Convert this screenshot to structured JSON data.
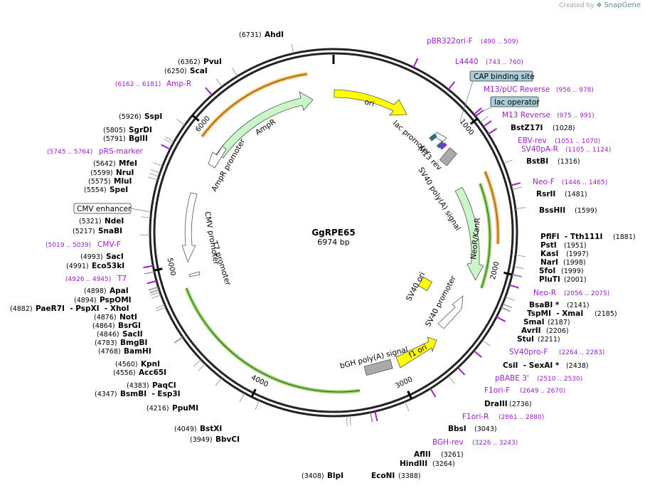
{
  "branding": {
    "created_by": "Created by",
    "app": "SnapGene"
  },
  "plasmid": {
    "name": "GgRPE65",
    "size_label": "6974 bp",
    "length": 6974
  },
  "ticks": [
    1000,
    2000,
    3000,
    4000,
    5000,
    6000
  ],
  "enzymes": [
    {
      "name": "AhdI",
      "pos": "(6731)",
      "at": 6731
    },
    {
      "name": "PvuI",
      "pos": "(6362)",
      "at": 6362
    },
    {
      "name": "ScaI",
      "pos": "(6250)",
      "at": 6250
    },
    {
      "name": "SspI",
      "pos": "(5926)",
      "at": 5926
    },
    {
      "name": "SgrDI",
      "pos": "(5805)",
      "at": 5805
    },
    {
      "name": "BglII",
      "pos": "(5791)",
      "at": 5791
    },
    {
      "name": "MfeI",
      "pos": "(5642)",
      "at": 5642
    },
    {
      "name": "NruI",
      "pos": "(5599)",
      "at": 5599
    },
    {
      "name": "MluI",
      "pos": "(5575)",
      "at": 5575
    },
    {
      "name": "SpeI",
      "pos": "(5554)",
      "at": 5554
    },
    {
      "name": "NdeI",
      "pos": "(5321)",
      "at": 5321
    },
    {
      "name": "SnaBI",
      "pos": "(5217)",
      "at": 5217
    },
    {
      "name": "SacI",
      "pos": "(4993)",
      "at": 4993
    },
    {
      "name": "Eco53kI",
      "pos": "(4991)",
      "at": 4991
    },
    {
      "name": "ApaI",
      "pos": "(4898)",
      "at": 4898
    },
    {
      "name": "PspOMI",
      "pos": "(4894)",
      "at": 4894
    },
    {
      "name": "PaeR7I  - PspXI  - XhoI",
      "pos": "(4882)",
      "at": 4882
    },
    {
      "name": "NotI",
      "pos": "(4876)",
      "at": 4876
    },
    {
      "name": "BsrGI",
      "pos": "(4864)",
      "at": 4864
    },
    {
      "name": "SacII",
      "pos": "(4846)",
      "at": 4846
    },
    {
      "name": "BmgBI",
      "pos": "(4783)",
      "at": 4783
    },
    {
      "name": "BamHI",
      "pos": "(4768)",
      "at": 4768
    },
    {
      "name": "KpnI",
      "pos": "(4560)",
      "at": 4560
    },
    {
      "name": "Acc65I",
      "pos": "(4556)",
      "at": 4556
    },
    {
      "name": "PaqCI",
      "pos": "(4383)",
      "at": 4383
    },
    {
      "name": "BsmBI  - Esp3I",
      "pos": "(4347)",
      "at": 4347
    },
    {
      "name": "PpuMI",
      "pos": "(4216)",
      "at": 4216
    },
    {
      "name": "BstXI",
      "pos": "(4049)",
      "at": 4049
    },
    {
      "name": "BbvCI",
      "pos": "(3949)",
      "at": 3949
    },
    {
      "name": "BlpI",
      "pos": "(3408)",
      "at": 3408
    },
    {
      "name": "EcoNI",
      "pos": "(3388)",
      "at": 3388
    },
    {
      "name": "HindIII",
      "pos": "(3264)",
      "at": 3264
    },
    {
      "name": "AflII",
      "pos": "(3261)",
      "at": 3261
    },
    {
      "name": "BbsI",
      "pos": "(3043)",
      "at": 3043
    },
    {
      "name": "DraIII",
      "pos": "(2736)",
      "at": 2736
    },
    {
      "name": "CsiI  - SexAI *",
      "pos": "(2438)",
      "at": 2438
    },
    {
      "name": "StuI",
      "pos": "(2211)",
      "at": 2211
    },
    {
      "name": "AvrII",
      "pos": "(2206)",
      "at": 2206
    },
    {
      "name": "SmaI",
      "pos": "(2187)",
      "at": 2187
    },
    {
      "name": "TspMI  - XmaI",
      "pos": "(2185)",
      "at": 2185
    },
    {
      "name": "BsaBI *",
      "pos": "(2141)",
      "at": 2141
    },
    {
      "name": "PluTI",
      "pos": "(2001)",
      "at": 2001
    },
    {
      "name": "SfoI",
      "pos": "(1999)",
      "at": 1999
    },
    {
      "name": "NarI",
      "pos": "(1998)",
      "at": 1998
    },
    {
      "name": "KasI",
      "pos": "(1997)",
      "at": 1997
    },
    {
      "name": "PstI",
      "pos": "(1951)",
      "at": 1951
    },
    {
      "name": "PflFI  - Tth111I",
      "pos": "(1881)",
      "at": 1881
    },
    {
      "name": "BssHII",
      "pos": "(1599)",
      "at": 1599
    },
    {
      "name": "RsrII",
      "pos": "(1481)",
      "at": 1481
    },
    {
      "name": "BstBI",
      "pos": "(1316)",
      "at": 1316
    },
    {
      "name": "BstZ17I",
      "pos": "(1028)",
      "at": 1028
    }
  ],
  "primers": [
    {
      "name": "pBR322ori-F",
      "pos": "(490 .. 509)",
      "at": 500
    },
    {
      "name": "L4440",
      "pos": "(743 .. 760)",
      "at": 751
    },
    {
      "name": "M13/pUC Reverse",
      "pos": "(956 .. 978)",
      "at": 967
    },
    {
      "name": "M13 Reverse",
      "pos": "(975 .. 991)",
      "at": 983
    },
    {
      "name": "EBV-rev",
      "pos": "(1051 .. 1070)",
      "at": 1060
    },
    {
      "name": "SV40pA-R",
      "pos": "(1105 .. 1124)",
      "at": 1114
    },
    {
      "name": "Neo-F",
      "pos": "(1446 .. 1465)",
      "at": 1455
    },
    {
      "name": "Neo-R",
      "pos": "(2056 .. 2075)",
      "at": 2065
    },
    {
      "name": "SV40pro-F",
      "pos": "(2264 .. 2283)",
      "at": 2273
    },
    {
      "name": "pBABE 3'",
      "pos": "(2510 .. 2530)",
      "at": 2520
    },
    {
      "name": "F1ori-F",
      "pos": "(2649 .. 2670)",
      "at": 2660
    },
    {
      "name": "F1ori-R",
      "pos": "(2861 .. 2880)",
      "at": 2870
    },
    {
      "name": "BGH-rev",
      "pos": "(3226 .. 3243)",
      "at": 3234
    },
    {
      "name": "T7",
      "pos": "(4926 .. 4945)",
      "at": 4935
    },
    {
      "name": "CMV-F",
      "pos": "(5019 .. 5039)",
      "at": 5029
    },
    {
      "name": "pRS-marker",
      "pos": "(5745 .. 5764)",
      "at": 5754
    },
    {
      "name": "Amp-R",
      "pos": "(6162 .. 6181)",
      "at": 6171
    }
  ],
  "boxed_features": [
    {
      "name": "CAP binding site",
      "fill": "#a9cfd8"
    },
    {
      "name": "lac operator",
      "fill": "#a9cfd8"
    },
    {
      "name": "CMV enhancer",
      "fill": "#ffffff"
    }
  ],
  "features": [
    {
      "name": "ori",
      "color": "#ffff00"
    },
    {
      "name": "AmpR",
      "color": "#c9f7c9"
    },
    {
      "name": "AmpR promoter",
      "color": "#ffffff"
    },
    {
      "name": "CMV promoter",
      "color": "#ffffff"
    },
    {
      "name": "T7 promoter",
      "color": "#ffffff"
    },
    {
      "name": "lac promoter",
      "color": "#ffffff"
    },
    {
      "name": "M13 rev",
      "color": "#ffffff"
    },
    {
      "name": "SV40 poly(A) signal",
      "color": "#aaaaaa"
    },
    {
      "name": "NeoR/KanR",
      "color": "#c9f7c9"
    },
    {
      "name": "SV40 promoter",
      "color": "#ffffff"
    },
    {
      "name": "SV40 ori",
      "color": "#ffff00"
    },
    {
      "name": "f1 ori",
      "color": "#ffff00"
    },
    {
      "name": "bGH poly(A) signal",
      "color": "#aaaaaa"
    }
  ],
  "colors": {
    "primer": "#9b1fc8",
    "orf_orange": "#f0a030",
    "orf_green": "#6cbf30"
  }
}
